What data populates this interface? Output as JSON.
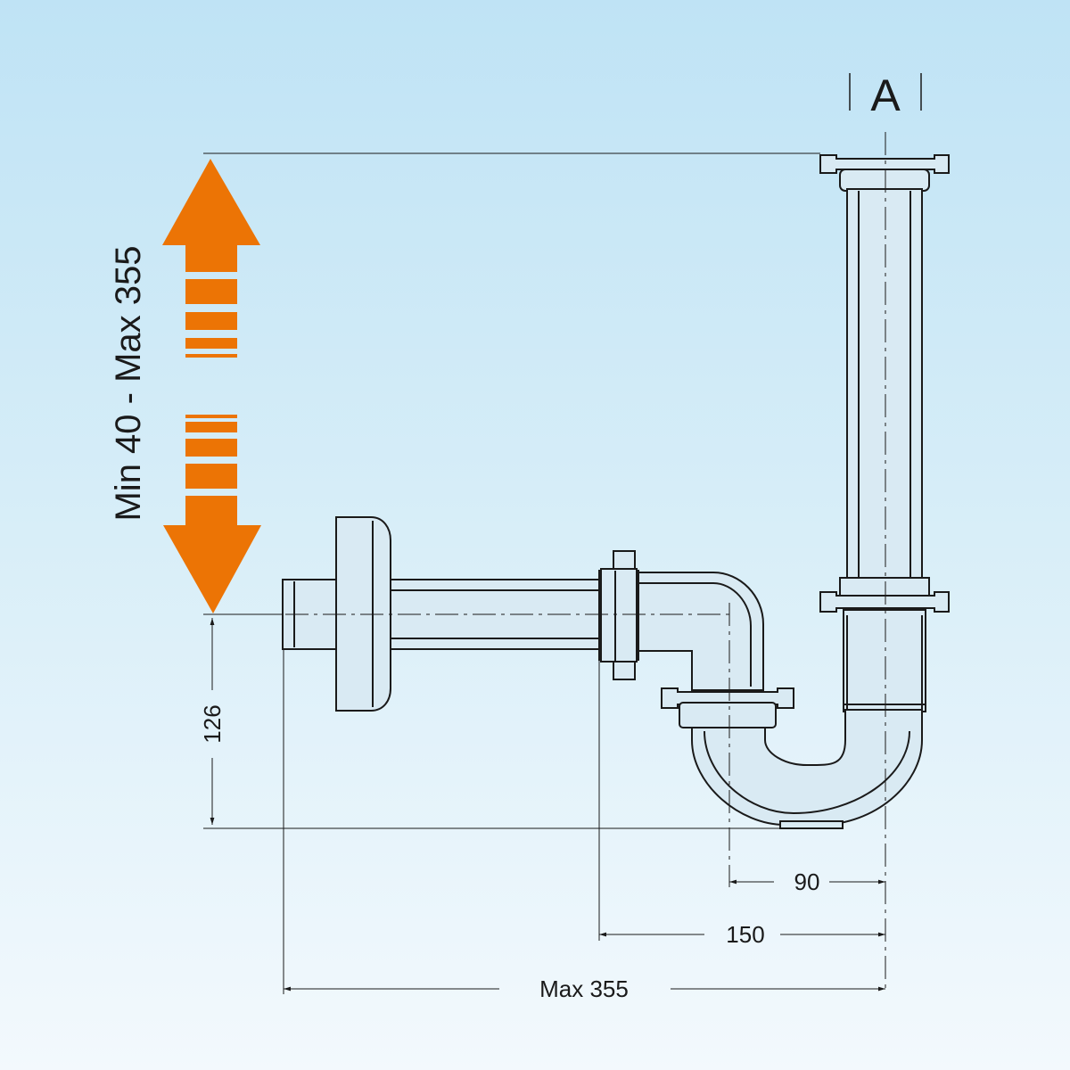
{
  "labels": {
    "section_marker": "A",
    "height_range": "Min 40 - Max 355",
    "dim_126": "126",
    "dim_90": "90",
    "dim_150": "150",
    "dim_max355": "Max 355"
  },
  "colors": {
    "arrow": "#ec7405",
    "background_top": "#bfe3f5",
    "background_bottom": "#f3f9fd",
    "line": "#1a1a1a"
  }
}
